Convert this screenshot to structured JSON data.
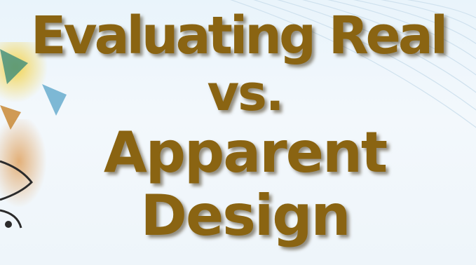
{
  "slide": {
    "title_lines": [
      "Evaluating Real",
      "vs.",
      "Apparent",
      "Design"
    ]
  },
  "colors": {
    "title_text": "#8a6412",
    "background": "#eef5fa",
    "accent_lines": "#cfe1ee"
  }
}
